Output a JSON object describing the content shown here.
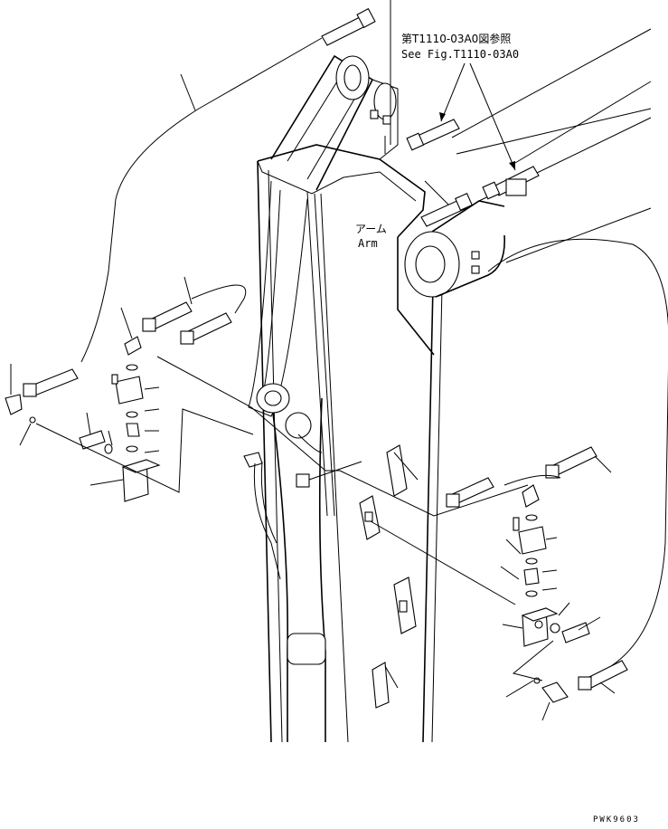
{
  "diagram": {
    "reference_note_jp": "第T1110-03A0図参照",
    "reference_note_en": "See Fig.T1110-03A0",
    "arm_label_jp": "アーム",
    "arm_label_en": "Arm",
    "drawing_code": "PWK9603"
  }
}
